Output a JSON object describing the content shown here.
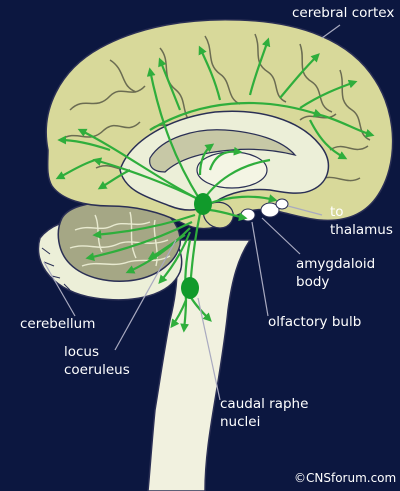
{
  "labels": {
    "cerebral_cortex": "cerebral cortex",
    "to_thalamus_line1": "to",
    "to_thalamus_line2": "thalamus",
    "amygdaloid_line1": "amygdaloid",
    "amygdaloid_line2": "body",
    "olfactory_bulb": "olfactory bulb",
    "cerebellum": "cerebellum",
    "locus_line1": "locus",
    "locus_line2": "coeruleus",
    "raphe_line1": "caudal raphe",
    "raphe_line2": "nuclei"
  },
  "copyright": "©CNSforum.com",
  "colors": {
    "background": "#0c1740",
    "cortex": "#d8d99a",
    "inner": "#ecefd8",
    "brainstem": "#f1f1df",
    "cerebellum": "#a5a785",
    "pathway": "#2fae3c",
    "pathway_dark": "#119a2b",
    "outline": "#2a2f55"
  }
}
